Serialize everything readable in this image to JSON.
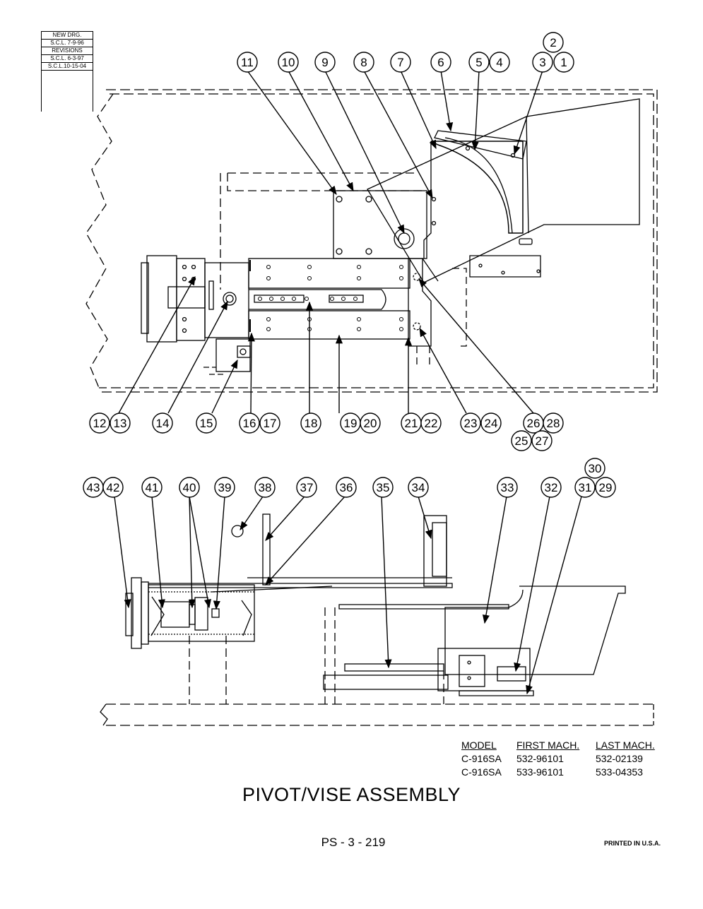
{
  "revision_block": {
    "new_drawing_label": "NEW DRG.",
    "new_drawing_entry": "S.C.L.  7-9-96",
    "revisions_label": "REVISIONS",
    "revision_1": "S.C.L.  6-3-97",
    "revision_2": "S.C.L.10-15-04"
  },
  "callouts_top": [
    {
      "id": "11"
    },
    {
      "id": "10"
    },
    {
      "id": "9"
    },
    {
      "id": "8"
    },
    {
      "id": "7"
    },
    {
      "id": "6"
    },
    {
      "id": "5"
    },
    {
      "id": "4"
    },
    {
      "id": "3"
    },
    {
      "id": "2"
    },
    {
      "id": "1"
    },
    {
      "id": "12"
    },
    {
      "id": "13"
    },
    {
      "id": "14"
    },
    {
      "id": "15"
    },
    {
      "id": "16"
    },
    {
      "id": "17"
    },
    {
      "id": "18"
    },
    {
      "id": "19"
    },
    {
      "id": "20"
    },
    {
      "id": "21"
    },
    {
      "id": "22"
    },
    {
      "id": "23"
    },
    {
      "id": "24"
    },
    {
      "id": "26"
    },
    {
      "id": "28"
    },
    {
      "id": "25"
    },
    {
      "id": "27"
    }
  ],
  "callouts_bottom": [
    {
      "id": "43"
    },
    {
      "id": "42"
    },
    {
      "id": "41"
    },
    {
      "id": "40"
    },
    {
      "id": "39"
    },
    {
      "id": "38"
    },
    {
      "id": "37"
    },
    {
      "id": "36"
    },
    {
      "id": "35"
    },
    {
      "id": "34"
    },
    {
      "id": "33"
    },
    {
      "id": "32"
    },
    {
      "id": "31"
    },
    {
      "id": "29"
    },
    {
      "id": "30"
    }
  ],
  "models_table": {
    "headers": [
      "MODEL",
      "FIRST MACH.",
      "LAST MACH."
    ],
    "rows": [
      [
        "C-916SA",
        "532-96101",
        "532-02139"
      ],
      [
        "C-916SA",
        "533-96101",
        "533-04353"
      ]
    ]
  },
  "title": "PIVOT/VISE ASSEMBLY",
  "page_number": "PS - 3 - 219",
  "printed_note": "PRINTED IN U.S.A."
}
